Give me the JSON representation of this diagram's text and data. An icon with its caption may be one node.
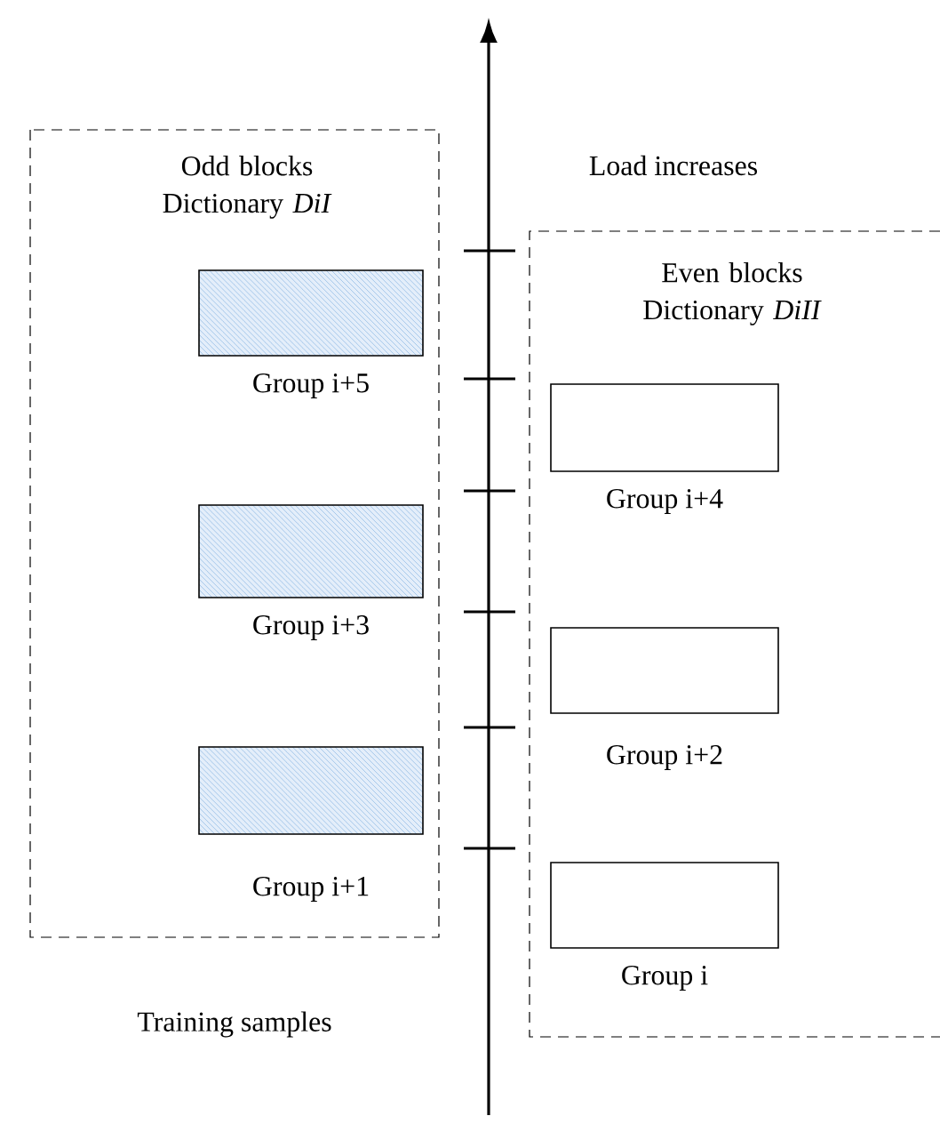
{
  "diagram": {
    "nodes": [
      {
        "text": [
          "Odd blocks Dictionary *DiI*"
        ]
      },
      {
        "text": [
          "Group i+5"
        ],
        "in": 0
      },
      {
        "text": [
          "Group i+3"
        ],
        "in": 0
      },
      {
        "text": [
          "Group i+1"
        ],
        "in": 0
      },
      {
        "text": [
          "Even blocks Dictionary *DiII*"
        ]
      },
      {
        "text": [
          "Group i+4"
        ],
        "in": 4
      },
      {
        "text": [
          "Group i+2"
        ],
        "in": 4
      },
      {
        "text": [
          "Group i"
        ],
        "in": 4
      }
    ],
    "edges": [],
    "labels": [
      "Load increases",
      "Training samples"
    ]
  }
}
